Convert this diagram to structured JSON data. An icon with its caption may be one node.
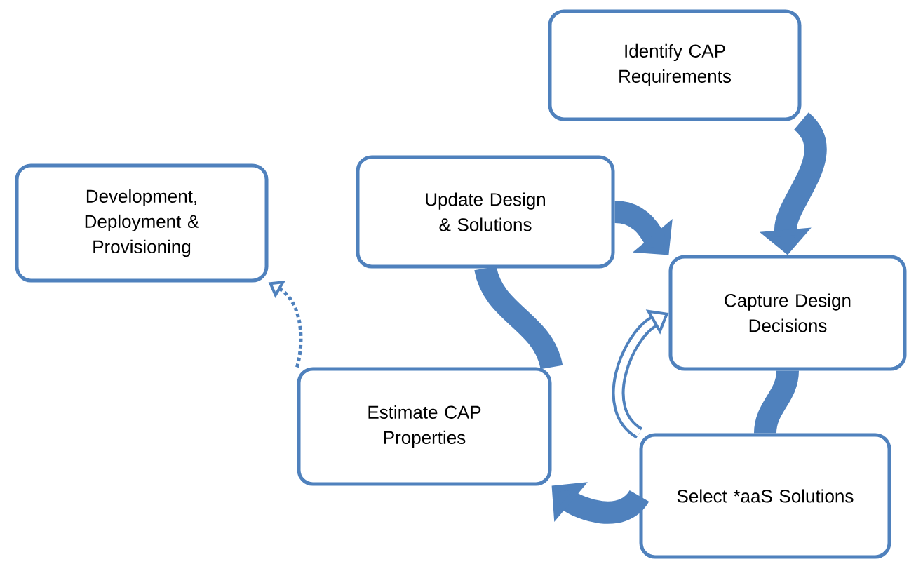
{
  "diagram": {
    "nodes": [
      {
        "text": [
          "Identify CAP Requirements"
        ]
      },
      {
        "text": [
          "Development, Deployment & Provisioning"
        ]
      },
      {
        "text": [
          "Update Design & Solutions"
        ]
      },
      {
        "text": [
          "Capture Design Decisions"
        ]
      },
      {
        "text": [
          "Estimate CAP Properties"
        ]
      },
      {
        "text": [
          "Select *aaS Solutions"
        ]
      }
    ],
    "edges": [
      {
        "from": 0,
        "to": 3,
        "arrow": "to"
      },
      {
        "from": 2,
        "to": 3,
        "arrow": "to"
      },
      {
        "from": 3,
        "to": 5,
        "arrow": "none"
      },
      {
        "from": 5,
        "to": 4,
        "arrow": "to"
      },
      {
        "from": 4,
        "to": 2,
        "arrow": "none"
      },
      {
        "from": 5,
        "to": 3,
        "arrow": "to"
      },
      {
        "from": 4,
        "to": 1,
        "arrow": "to",
        "style": "dashed"
      }
    ]
  }
}
